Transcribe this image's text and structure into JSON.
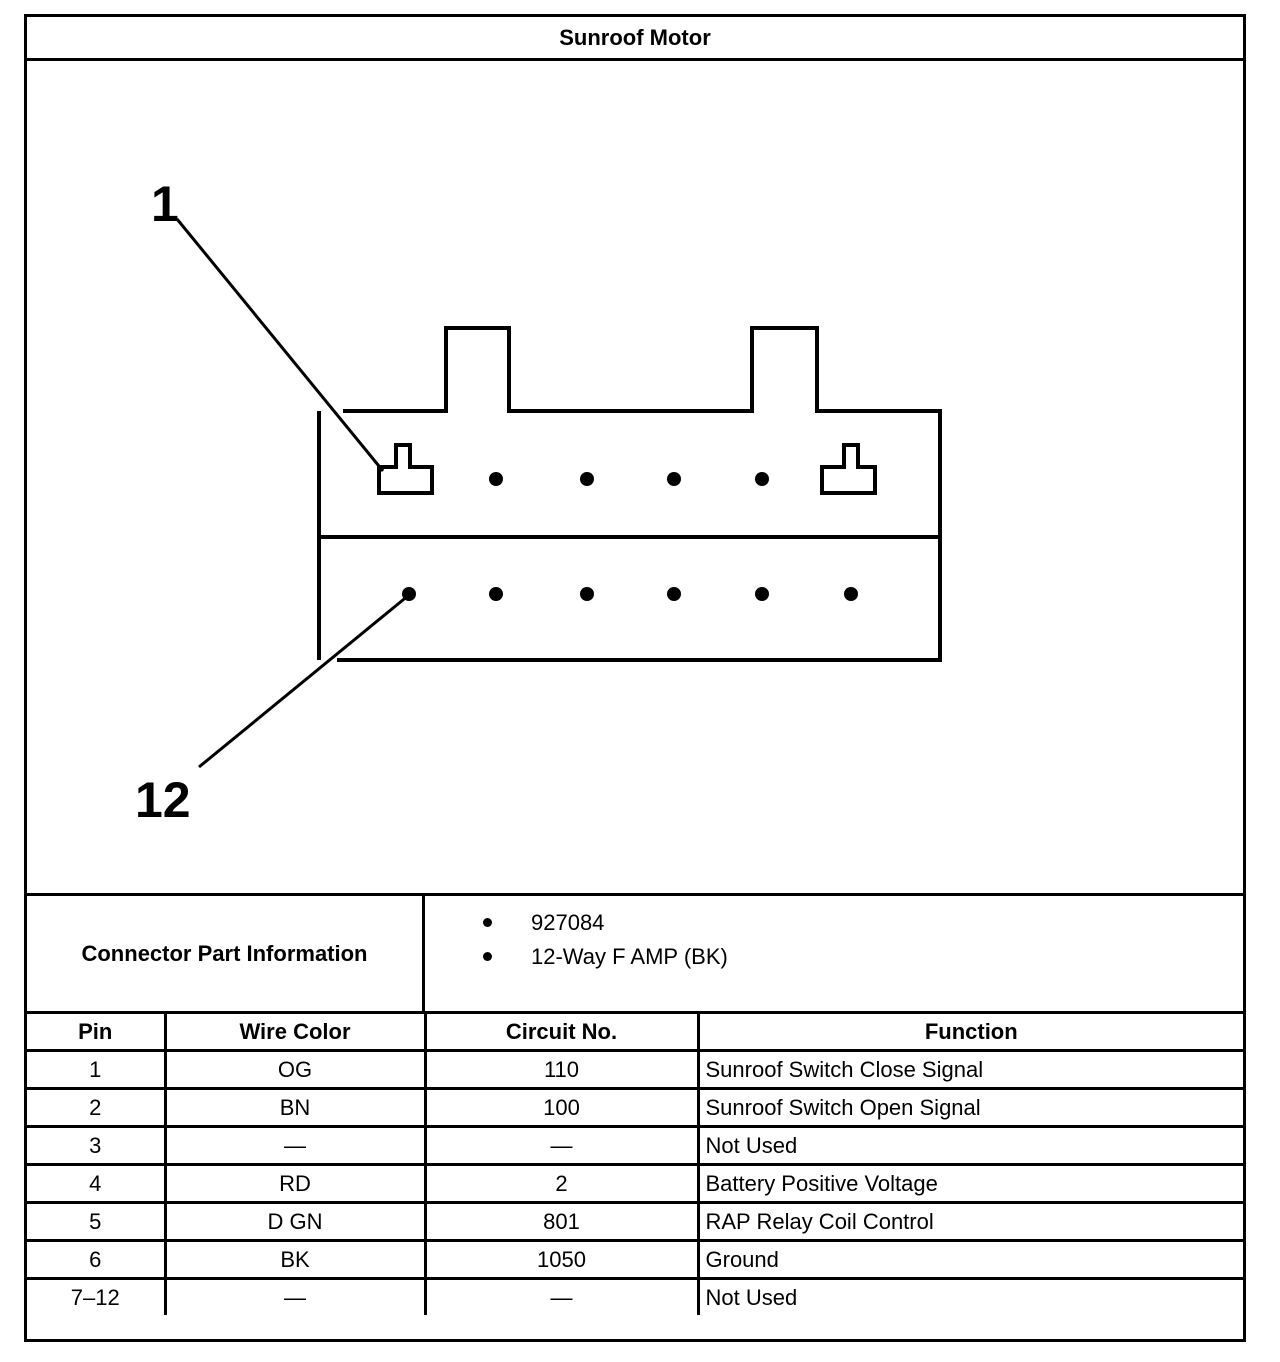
{
  "title": "Sunroof Motor",
  "diagram": {
    "callouts": [
      "1",
      "12"
    ]
  },
  "connector_info": {
    "label": "Connector Part Information",
    "items": [
      "927084",
      "12-Way F AMP (BK)"
    ]
  },
  "table": {
    "headers": [
      "Pin",
      "Wire Color",
      "Circuit No.",
      "Function"
    ],
    "rows": [
      [
        "1",
        "OG",
        "110",
        "Sunroof Switch Close Signal"
      ],
      [
        "2",
        "BN",
        "100",
        "Sunroof Switch Open Signal"
      ],
      [
        "3",
        "—",
        "—",
        "Not Used"
      ],
      [
        "4",
        "RD",
        "2",
        "Battery Positive Voltage"
      ],
      [
        "5",
        "D GN",
        "801",
        "RAP Relay Coil Control"
      ],
      [
        "6",
        "BK",
        "1050",
        "Ground"
      ],
      [
        "7–12",
        "—",
        "—",
        "Not Used"
      ]
    ]
  }
}
